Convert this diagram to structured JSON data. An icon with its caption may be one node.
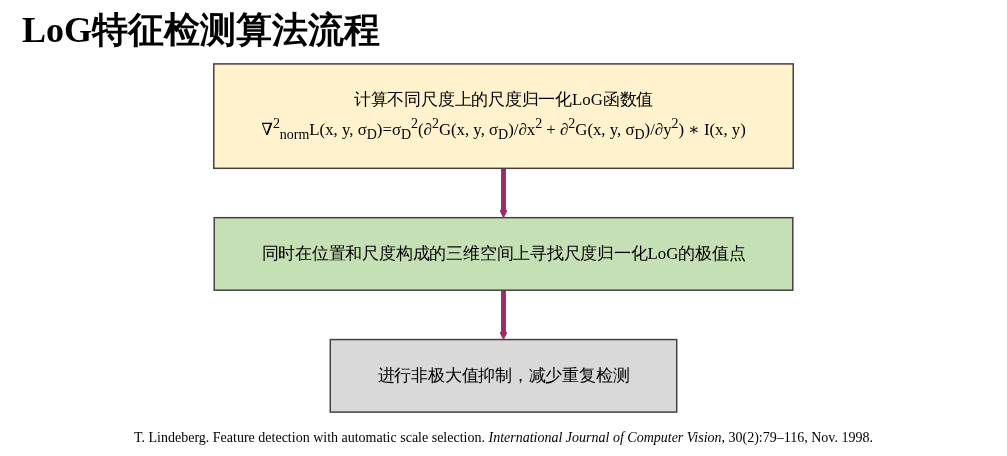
{
  "diagram": {
    "title": "LoG特征检测算法流程",
    "caption": "T. Lindeberg. Feature detection with automatic scale selection. *International Journal of Computer Vision*, 30(2):79–116, Nov. 1998.",
    "nodes": [
      {
        "text": [
          "计算不同尺度上的尺度归一化LoG函数值",
          "∇$^{2}$$_{norm}$L(x, y, σ$_{D}$)=σ$_{D}$$^{2}$(∂$^{2}$G(x, y, σ$_{D}$)/∂x$^{2}$ + ∂$^{2}$G(x, y, σ$_{D}$)/∂y$^{2}$) ∗ I(x, y)"
        ]
      },
      {
        "text": [
          "同时在位置和尺度构成的三维空间上寻找尺度归一化LoG的极值点"
        ]
      },
      {
        "text": [
          "进行非极大值抑制，减少重复检测"
        ]
      }
    ],
    "edges": [
      {
        "from": 0,
        "to": 1,
        "arrow": "to",
        "color": "#9c2b6b"
      },
      {
        "from": 1,
        "to": 2,
        "arrow": "to",
        "color": "#9c2b6b"
      }
    ]
  }
}
